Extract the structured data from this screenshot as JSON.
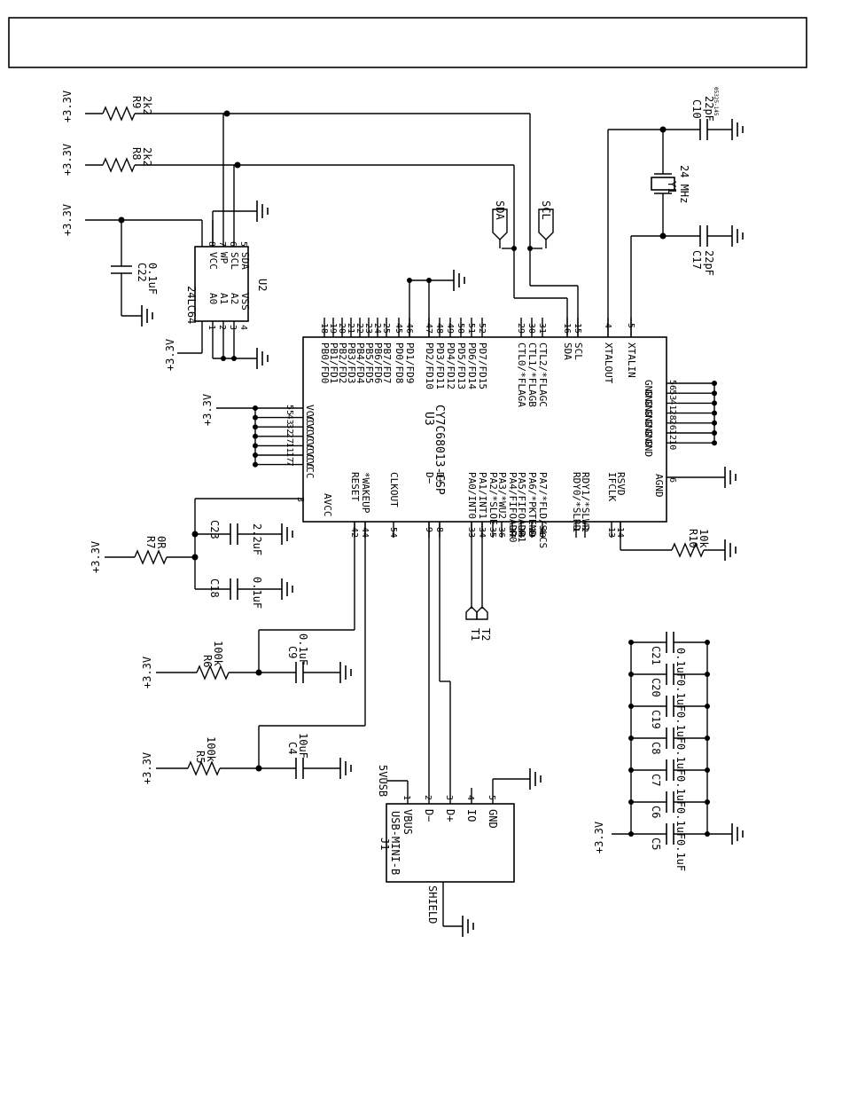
{
  "drawing_id": "05325-145",
  "power": {
    "p33": "+3.3V",
    "p5": "5VUSB"
  },
  "u2": {
    "ref": "U2",
    "part": "24LC64",
    "pins": {
      "vcc": "VCC",
      "wp": "WP",
      "scl": "SCL",
      "sda": "SDA",
      "a0": "A0",
      "a1": "A1",
      "a2": "A2",
      "vss": "VSS"
    },
    "nums": {
      "vcc": "8",
      "wp": "7",
      "scl": "6",
      "sda": "5",
      "a0": "1",
      "a1": "2",
      "a2": "3",
      "vss": "4"
    }
  },
  "u3": {
    "ref": "U3",
    "part": "CY7C68013-CSP",
    "top_pins": [
      {
        "name": "PB0/FD0",
        "num": "18"
      },
      {
        "name": "PB1/FD1",
        "num": "19"
      },
      {
        "name": "PB2/FD2",
        "num": "20"
      },
      {
        "name": "PB3/FD3",
        "num": "21"
      },
      {
        "name": "PB4/FD4",
        "num": "22"
      },
      {
        "name": "PB5/FD5",
        "num": "23"
      },
      {
        "name": "PB6/FD6",
        "num": "24"
      },
      {
        "name": "PB7/FD7",
        "num": "25"
      },
      {
        "name": "PD0/FD8",
        "num": "45"
      },
      {
        "name": "PD1/FD9",
        "num": "46"
      },
      {
        "name": "PD2/FD10",
        "num": "47"
      },
      {
        "name": "PD3/FD11",
        "num": "48"
      },
      {
        "name": "PD4/FD12",
        "num": "49"
      },
      {
        "name": "PD5/FD13",
        "num": "50"
      },
      {
        "name": "PD6/FD14",
        "num": "51"
      },
      {
        "name": "PD7/FD15",
        "num": "52"
      },
      {
        "name": "CTL0/*FLAGA",
        "num": "29"
      },
      {
        "name": "CTL1/*FLAGB",
        "num": "30"
      },
      {
        "name": "CTL2/*FLAGC",
        "num": "31"
      },
      {
        "name": "SDA",
        "num": "16"
      },
      {
        "name": "SCL",
        "num": "15"
      },
      {
        "name": "XTALOUT",
        "num": "4"
      },
      {
        "name": "XTALIN",
        "num": "5"
      }
    ],
    "vcc_pins": [
      {
        "name": "VCC",
        "num": "55"
      },
      {
        "name": "VCC",
        "num": "43"
      },
      {
        "name": "VCC",
        "num": "32"
      },
      {
        "name": "VCC",
        "num": "27"
      },
      {
        "name": "VCC",
        "num": "11"
      },
      {
        "name": "VCC",
        "num": "17"
      },
      {
        "name": "VCC",
        "num": "7"
      }
    ],
    "avcc": {
      "name": "AVCC",
      "num": "3"
    },
    "gnd_pins": [
      {
        "name": "GND",
        "num": "56"
      },
      {
        "name": "GND",
        "num": "53"
      },
      {
        "name": "GND",
        "num": "41"
      },
      {
        "name": "GND",
        "num": "28"
      },
      {
        "name": "GND",
        "num": "26"
      },
      {
        "name": "GND",
        "num": "12"
      },
      {
        "name": "GND",
        "num": "10"
      }
    ],
    "agnd": {
      "name": "AGND",
      "num": "6"
    },
    "bottom_pins": [
      {
        "name": "RESET",
        "num": "42"
      },
      {
        "name": "*WAKEUP",
        "num": "44"
      },
      {
        "name": "CLKOUT",
        "num": "54"
      },
      {
        "name": "D−",
        "num": "9"
      },
      {
        "name": "D+",
        "num": "8"
      },
      {
        "name": "PA0/INT0",
        "num": "33"
      },
      {
        "name": "PA1/INT1",
        "num": "34"
      },
      {
        "name": "PA2/*SLOE",
        "num": "35"
      },
      {
        "name": "PA3/*WU2",
        "num": "36"
      },
      {
        "name": "PA4/FIFOADR0",
        "num": "37"
      },
      {
        "name": "PA5/FIFOADR1",
        "num": "38"
      },
      {
        "name": "PA6/*PKTEND",
        "num": "39"
      },
      {
        "name": "PA7/*FLD/SLCS",
        "num": "40"
      },
      {
        "name": "RDY0/*SLRD",
        "num": "1"
      },
      {
        "name": "RDY1/*SLWR",
        "num": "2"
      },
      {
        "name": "IFCLK",
        "num": "13"
      },
      {
        "name": "RSVD",
        "num": "14"
      }
    ]
  },
  "j1": {
    "ref": "J1",
    "part": "USB-MINI-B",
    "pins": [
      {
        "name": "VBUS",
        "num": "1"
      },
      {
        "name": "D−",
        "num": "2"
      },
      {
        "name": "D+",
        "num": "3"
      },
      {
        "name": "IO",
        "num": "4"
      },
      {
        "name": "GND",
        "num": "5"
      }
    ],
    "shield": "SHIELD"
  },
  "resistors": {
    "r9": {
      "ref": "R9",
      "val": "2k2"
    },
    "r8": {
      "ref": "R8",
      "val": "2k2"
    },
    "r7": {
      "ref": "R7",
      "val": "0R"
    },
    "r6": {
      "ref": "R6",
      "val": "100k"
    },
    "r5": {
      "ref": "R5",
      "val": "100k"
    },
    "r10": {
      "ref": "R10",
      "val": "10k"
    }
  },
  "capacitors": {
    "c22": {
      "ref": "C22",
      "val": "0.1uF"
    },
    "c10": {
      "ref": "C10",
      "val": "22pF"
    },
    "c17": {
      "ref": "C17",
      "val": "22pF"
    },
    "c23": {
      "ref": "C23",
      "val": "2.2uF"
    },
    "c18": {
      "ref": "C18",
      "val": "0.1uF"
    },
    "c9": {
      "ref": "C9",
      "val": "0.1uF"
    },
    "c4": {
      "ref": "C4",
      "val": "10uF"
    },
    "c21": {
      "ref": "C21",
      "val": "0.1uF"
    },
    "c20": {
      "ref": "C20",
      "val": "0.1uF"
    },
    "c19": {
      "ref": "C19",
      "val": "0.1uF"
    },
    "c8": {
      "ref": "C8",
      "val": "0.1uF"
    },
    "c7": {
      "ref": "C7",
      "val": "0.1uF"
    },
    "c6": {
      "ref": "C6",
      "val": "0.1uF"
    },
    "c5": {
      "ref": "C5",
      "val": "0.1uF"
    }
  },
  "crystal": {
    "ref": "Y1",
    "val": "24 MHz"
  },
  "net_flags": {
    "sda": "SDA",
    "scl": "SCL"
  },
  "test_points": {
    "t1": "T1",
    "t2": "T2"
  }
}
